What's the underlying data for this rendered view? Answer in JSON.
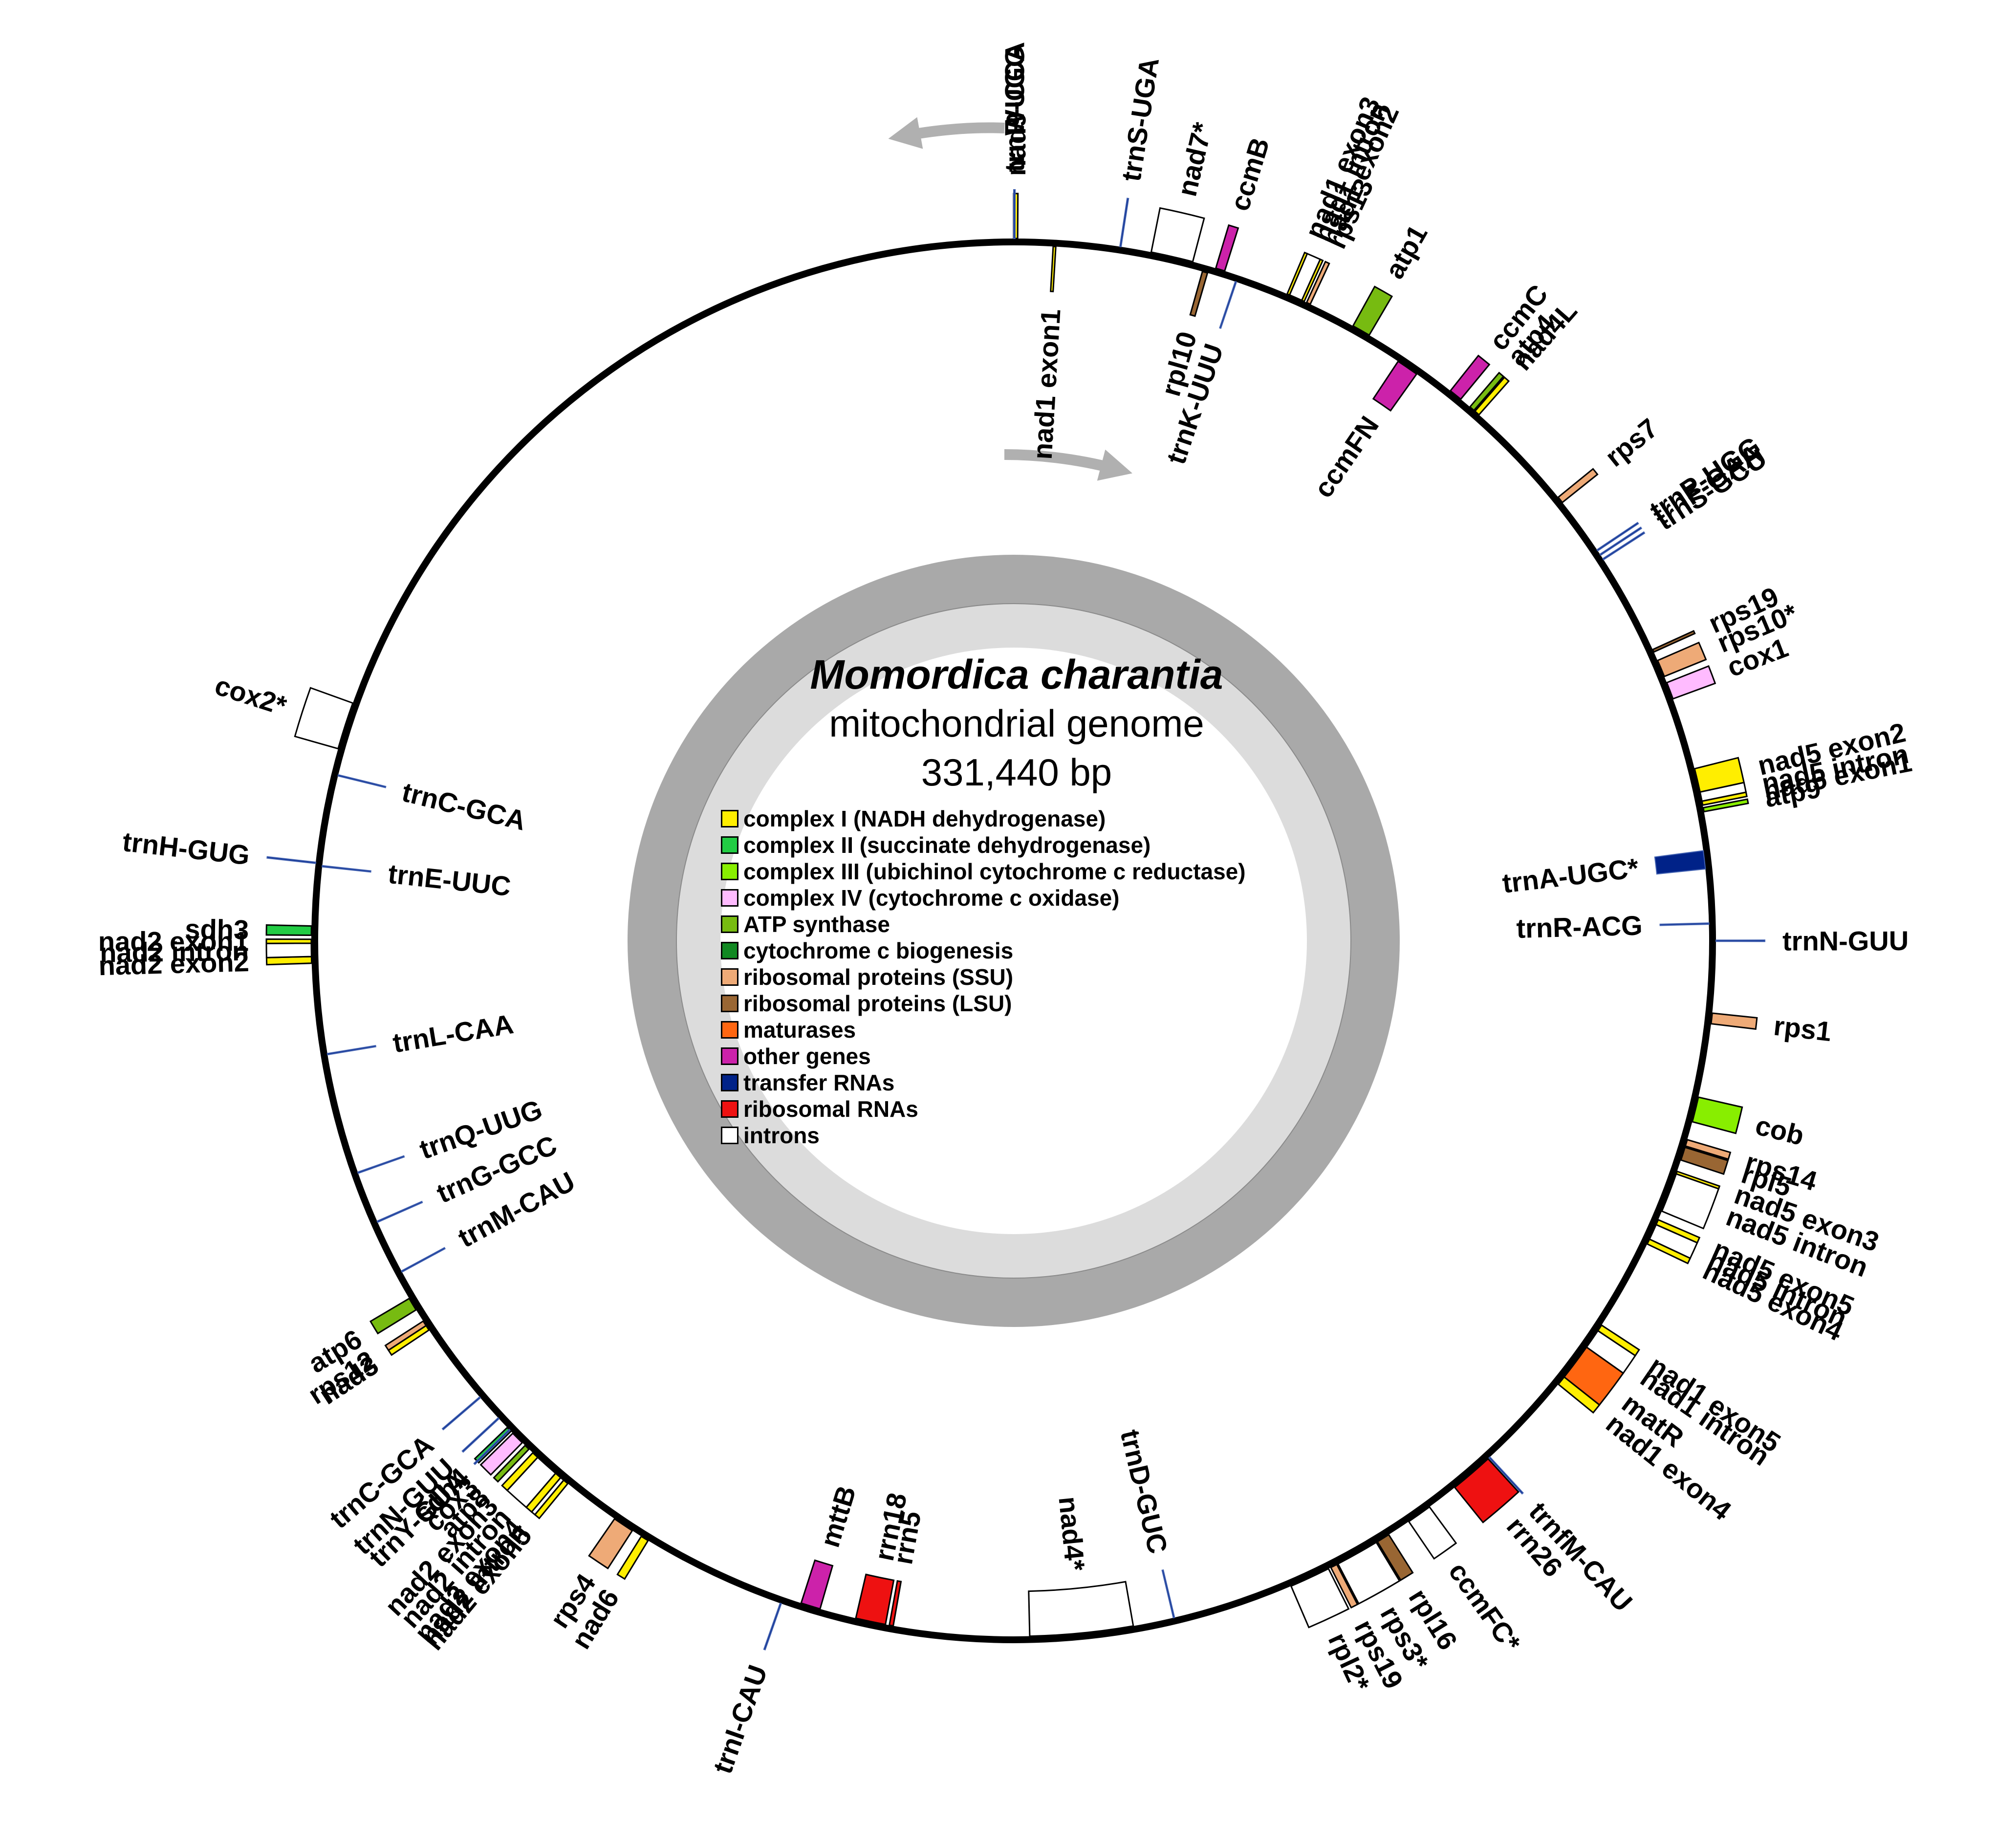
{
  "title": {
    "species": "Momordica charantia",
    "genome_type": "mitochondrial genome",
    "size": "331,440 bp"
  },
  "legend": [
    {
      "label": "complex I (NADH dehydrogenase)",
      "color": "#FFEE00"
    },
    {
      "label": "complex II (succinate dehydrogenase)",
      "color": "#22CC44"
    },
    {
      "label": "complex III (ubichinol cytochrome c reductase)",
      "color": "#88EE00"
    },
    {
      "label": "complex IV (cytochrome c oxidase)",
      "color": "#FFBBFF"
    },
    {
      "label": "ATP synthase",
      "color": "#77BB11"
    },
    {
      "label": "cytochrome c biogenesis",
      "color": "#118822"
    },
    {
      "label": "ribosomal proteins (SSU)",
      "color": "#EEAA77"
    },
    {
      "label": "ribosomal proteins (LSU)",
      "color": "#996633"
    },
    {
      "label": "maturases",
      "color": "#FF6611"
    },
    {
      "label": "other genes",
      "color": "#CC22AA"
    },
    {
      "label": "transfer RNAs",
      "color": "#002288"
    },
    {
      "label": "ribosomal RNAs",
      "color": "#EE1111"
    },
    {
      "label": "introns",
      "color": "#FFFFFF"
    }
  ],
  "genes": [
    {
      "name": "nad9",
      "start": 0.0,
      "end": 0.3,
      "strand": "out",
      "color": "#FFEE00"
    },
    {
      "name": "trnP-UGG",
      "start": 0.0,
      "end": 0.1,
      "strand": "out",
      "color": "#002288"
    },
    {
      "name": "trnW-CCA",
      "start": 0.0,
      "end": 0.1,
      "strand": "out",
      "color": "#002288"
    },
    {
      "name": "nad1 exon1",
      "start": 3.0,
      "end": 3.2,
      "strand": "in",
      "color": "#FFEE00"
    },
    {
      "name": "trnS-UGA",
      "start": 8.0,
      "end": 8.1,
      "strand": "out",
      "color": "#002288"
    },
    {
      "name": "nad7*",
      "start": 10.4,
      "end": 13.6,
      "strand": "out",
      "color": "#FFFFFF"
    },
    {
      "name": "rpl10",
      "start": 14.5,
      "end": 14.9,
      "strand": "in",
      "color": "#996633"
    },
    {
      "name": "ccmB",
      "start": 15.4,
      "end": 16.1,
      "strand": "out",
      "color": "#CC22AA"
    },
    {
      "name": "trnK-UUU",
      "start": 17.1,
      "end": 17.2,
      "strand": "in",
      "color": "#002288"
    },
    {
      "name": "nad1 exon3",
      "start": 21.1,
      "end": 21.3,
      "strand": "out",
      "color": "#FFEE00"
    },
    {
      "name": "nad1 intron",
      "start": 21.3,
      "end": 22.3,
      "strand": "out",
      "color": "#FFFFFF"
    },
    {
      "name": "nad1 exon2",
      "start": 22.3,
      "end": 22.5,
      "strand": "out",
      "color": "#FFEE00"
    },
    {
      "name": "rps13",
      "start": 22.7,
      "end": 23.0,
      "strand": "out",
      "color": "#EEAA77"
    },
    {
      "name": "atp1",
      "start": 26.6,
      "end": 28.0,
      "strand": "out",
      "color": "#77BB11"
    },
    {
      "name": "ccmFN",
      "start": 30.9,
      "end": 32.6,
      "strand": "in",
      "color": "#CC22AA"
    },
    {
      "name": "ccmC",
      "start": 35.4,
      "end": 36.4,
      "strand": "out",
      "color": "#CC22AA"
    },
    {
      "name": "atp4",
      "start": 37.3,
      "end": 37.7,
      "strand": "out",
      "color": "#77BB11"
    },
    {
      "name": "nad4L",
      "start": 37.8,
      "end": 38.2,
      "strand": "out",
      "color": "#FFEE00"
    },
    {
      "name": "rps7",
      "start": 46.8,
      "end": 47.3,
      "strand": "out",
      "color": "#EEAA77"
    },
    {
      "name": "trnP-UGG",
      "start": 51.7,
      "end": 51.8,
      "strand": "out",
      "color": "#002288"
    },
    {
      "name": "trnF-GAA",
      "start": 52.1,
      "end": 52.2,
      "strand": "out",
      "color": "#002288"
    },
    {
      "name": "trnS-GCU",
      "start": 52.5,
      "end": 52.6,
      "strand": "out",
      "color": "#002288"
    },
    {
      "name": "rps19",
      "start": 60.3,
      "end": 60.5,
      "strand": "out",
      "color": "#996633"
    },
    {
      "name": "rps10*",
      "start": 61.2,
      "end": 62.5,
      "strand": "out",
      "color": "#EEAA77"
    },
    {
      "name": "cox1",
      "start": 63.0,
      "end": 64.3,
      "strand": "out",
      "color": "#FFBBFF"
    },
    {
      "name": "nad5 exon2",
      "start": 69.8,
      "end": 71.6,
      "strand": "out",
      "color": "#FFEE00"
    },
    {
      "name": "nad5 intron",
      "start": 71.6,
      "end": 72.3,
      "strand": "out",
      "color": "#FFFFFF"
    },
    {
      "name": "nad5 exon1",
      "start": 72.3,
      "end": 72.6,
      "strand": "out",
      "color": "#FFEE00"
    },
    {
      "name": "atp9",
      "start": 72.8,
      "end": 73.1,
      "strand": "out",
      "color": "#88EE00"
    },
    {
      "name": "trnA-UGC*",
      "start": 76.0,
      "end": 77.4,
      "strand": "in",
      "color": "#002288"
    },
    {
      "name": "trnR-ACG",
      "start": 81.5,
      "end": 81.6,
      "strand": "in",
      "color": "#002288"
    },
    {
      "name": "trnN-GUU",
      "start": 82.8,
      "end": 82.9,
      "strand": "out",
      "color": "#002288"
    },
    {
      "name": "rps1",
      "start": 88.3,
      "end": 89.1,
      "strand": "out",
      "color": "#EEAA77"
    },
    {
      "name": "cob",
      "start": 94.7,
      "end": 96.6,
      "strand": "out",
      "color": "#88EE00"
    },
    {
      "name": "rps14",
      "start": 98.0,
      "end": 98.5,
      "strand": "out",
      "color": "#EEAA77"
    },
    {
      "name": "rpl5",
      "start": 98.6,
      "end": 99.6,
      "strand": "out",
      "color": "#996633"
    },
    {
      "name": "nad5 exon3",
      "start": 100.5,
      "end": 100.7,
      "strand": "out",
      "color": "#FFEE00"
    },
    {
      "name": "nad5 intron",
      "start": 100.7,
      "end": 103.7,
      "strand": "out",
      "color": "#FFFFFF"
    },
    {
      "name": "nad5 exon5",
      "start": 104.4,
      "end": 104.8,
      "strand": "out",
      "color": "#FFEE00"
    },
    {
      "name": "nad5 intron",
      "start": 104.8,
      "end": 106.0,
      "strand": "out",
      "color": "#FFFFFF"
    },
    {
      "name": "nad5 exon4",
      "start": 106.0,
      "end": 106.4,
      "strand": "out",
      "color": "#FFEE00"
    },
    {
      "name": "nad1 exon5",
      "start": 113.4,
      "end": 113.9,
      "strand": "out",
      "color": "#FFEE00"
    },
    {
      "name": "nad1 intron",
      "start": 113.9,
      "end": 115.4,
      "strand": "out",
      "color": "#FFFFFF"
    },
    {
      "name": "matR",
      "start": 115.4,
      "end": 118.2,
      "strand": "out",
      "color": "#FF6611"
    },
    {
      "name": "nad1 exon4",
      "start": 118.2,
      "end": 118.9,
      "strand": "out",
      "color": "#FFEE00"
    },
    {
      "name": "trnfM-CAU",
      "start": 126.4,
      "end": 126.5,
      "strand": "out",
      "color": "#002288"
    },
    {
      "name": "rrn26",
      "start": 126.6,
      "end": 129.9,
      "strand": "out",
      "color": "#EE1111"
    },
    {
      "name": "ccmFC*",
      "start": 132.3,
      "end": 134.2,
      "strand": "out",
      "color": "#FFFFFF"
    },
    {
      "name": "rpl16",
      "start": 136.0,
      "end": 137.0,
      "strand": "out",
      "color": "#996633"
    },
    {
      "name": "rps3*",
      "start": 137.1,
      "end": 140.4,
      "strand": "out",
      "color": "#FFFFFF"
    },
    {
      "name": "rps19",
      "start": 140.5,
      "end": 141.0,
      "strand": "out",
      "color": "#EEAA77"
    },
    {
      "name": "rpl2*",
      "start": 141.2,
      "end": 144.3,
      "strand": "out",
      "color": "#FFFFFF"
    },
    {
      "name": "trnD-GUC",
      "start": 153.4,
      "end": 153.5,
      "strand": "in",
      "color": "#002288"
    },
    {
      "name": "nad4*",
      "start": 156.6,
      "end": 164.5,
      "strand": "in",
      "color": "#FFFFFF"
    },
    {
      "name": "rrn5",
      "start": 174.9,
      "end": 175.2,
      "strand": "in",
      "color": "#EE1111"
    },
    {
      "name": "rrn18",
      "start": 175.5,
      "end": 177.8,
      "strand": "in",
      "color": "#EE1111"
    },
    {
      "name": "mttB",
      "start": 180.6,
      "end": 182.1,
      "strand": "in",
      "color": "#CC22AA"
    },
    {
      "name": "trnI-CAU",
      "start": 183.5,
      "end": 183.6,
      "strand": "out",
      "color": "#002288"
    },
    {
      "name": "nad6",
      "start": 194.6,
      "end": 195.2,
      "strand": "out",
      "color": "#FFEE00"
    },
    {
      "name": "rps4",
      "start": 196.0,
      "end": 197.6,
      "strand": "out",
      "color": "#EEAA77"
    },
    {
      "name": "nad2 exon5",
      "start": 202.0,
      "end": 202.4,
      "strand": "out",
      "color": "#FFEE00"
    },
    {
      "name": "nad2 intron",
      "start": 202.4,
      "end": 202.7,
      "strand": "out",
      "color": "#FFFFFF"
    },
    {
      "name": "nad2 exon4",
      "start": 202.7,
      "end": 203.2,
      "strand": "out",
      "color": "#FFEE00"
    },
    {
      "name": "nad2 intron",
      "start": 203.2,
      "end": 205.0,
      "strand": "out",
      "color": "#FFFFFF"
    },
    {
      "name": "nad2 exon3",
      "start": 205.0,
      "end": 205.5,
      "strand": "out",
      "color": "#FFEE00"
    },
    {
      "name": "atp8",
      "start": 205.9,
      "end": 206.3,
      "strand": "out",
      "color": "#77BB11"
    },
    {
      "name": "cox3",
      "start": 206.6,
      "end": 207.6,
      "strand": "out",
      "color": "#FFBBFF"
    },
    {
      "name": "sdh4",
      "start": 207.8,
      "end": 208.2,
      "strand": "out",
      "color": "#22CC44"
    },
    {
      "name": "trnY-GUA",
      "start": 207.9,
      "end": 208.0,
      "strand": "out",
      "color": "#002288"
    },
    {
      "name": "trnN-GUU",
      "start": 209.1,
      "end": 209.2,
      "strand": "out",
      "color": "#002288"
    },
    {
      "name": "trnC-GCA",
      "start": 211.2,
      "end": 211.3,
      "strand": "out",
      "color": "#002288"
    },
    {
      "name": "nad3",
      "start": 217.6,
      "end": 218.0,
      "strand": "out",
      "color": "#FFEE00"
    },
    {
      "name": "rps12",
      "start": 218.0,
      "end": 218.4,
      "strand": "out",
      "color": "#EEAA77"
    },
    {
      "name": "atp6",
      "start": 219.4,
      "end": 220.4,
      "strand": "out",
      "color": "#77BB11"
    },
    {
      "name": "trnM-CAU",
      "start": 222.4,
      "end": 222.5,
      "strand": "in",
      "color": "#002288"
    },
    {
      "name": "trnG-GCC",
      "start": 226.6,
      "end": 226.7,
      "strand": "in",
      "color": "#002288"
    },
    {
      "name": "trnQ-UUG",
      "start": 230.6,
      "end": 230.7,
      "strand": "in",
      "color": "#002288"
    },
    {
      "name": "trnL-CAA",
      "start": 239.9,
      "end": 240.0,
      "strand": "in",
      "color": "#002288"
    },
    {
      "name": "nad2 exon2",
      "start": 246.9,
      "end": 247.4,
      "strand": "out",
      "color": "#FFEE00"
    },
    {
      "name": "nad2 intron",
      "start": 247.4,
      "end": 248.4,
      "strand": "out",
      "color": "#FFFFFF"
    },
    {
      "name": "nad2 exon1",
      "start": 248.4,
      "end": 248.7,
      "strand": "out",
      "color": "#FFEE00"
    },
    {
      "name": "sdh3",
      "start": 249.0,
      "end": 249.7,
      "strand": "out",
      "color": "#22CC44"
    },
    {
      "name": "trnE-UUC",
      "start": 254.2,
      "end": 254.3,
      "strand": "in",
      "color": "#002288"
    },
    {
      "name": "trnH-GUG",
      "start": 254.4,
      "end": 254.5,
      "strand": "out",
      "color": "#002288"
    },
    {
      "name": "trnC-GCA",
      "start": 261.2,
      "end": 261.3,
      "strand": "in",
      "color": "#002288"
    },
    {
      "name": "cox2*",
      "start": 263.2,
      "end": 266.8,
      "strand": "out",
      "color": "#FFFFFF"
    }
  ]
}
